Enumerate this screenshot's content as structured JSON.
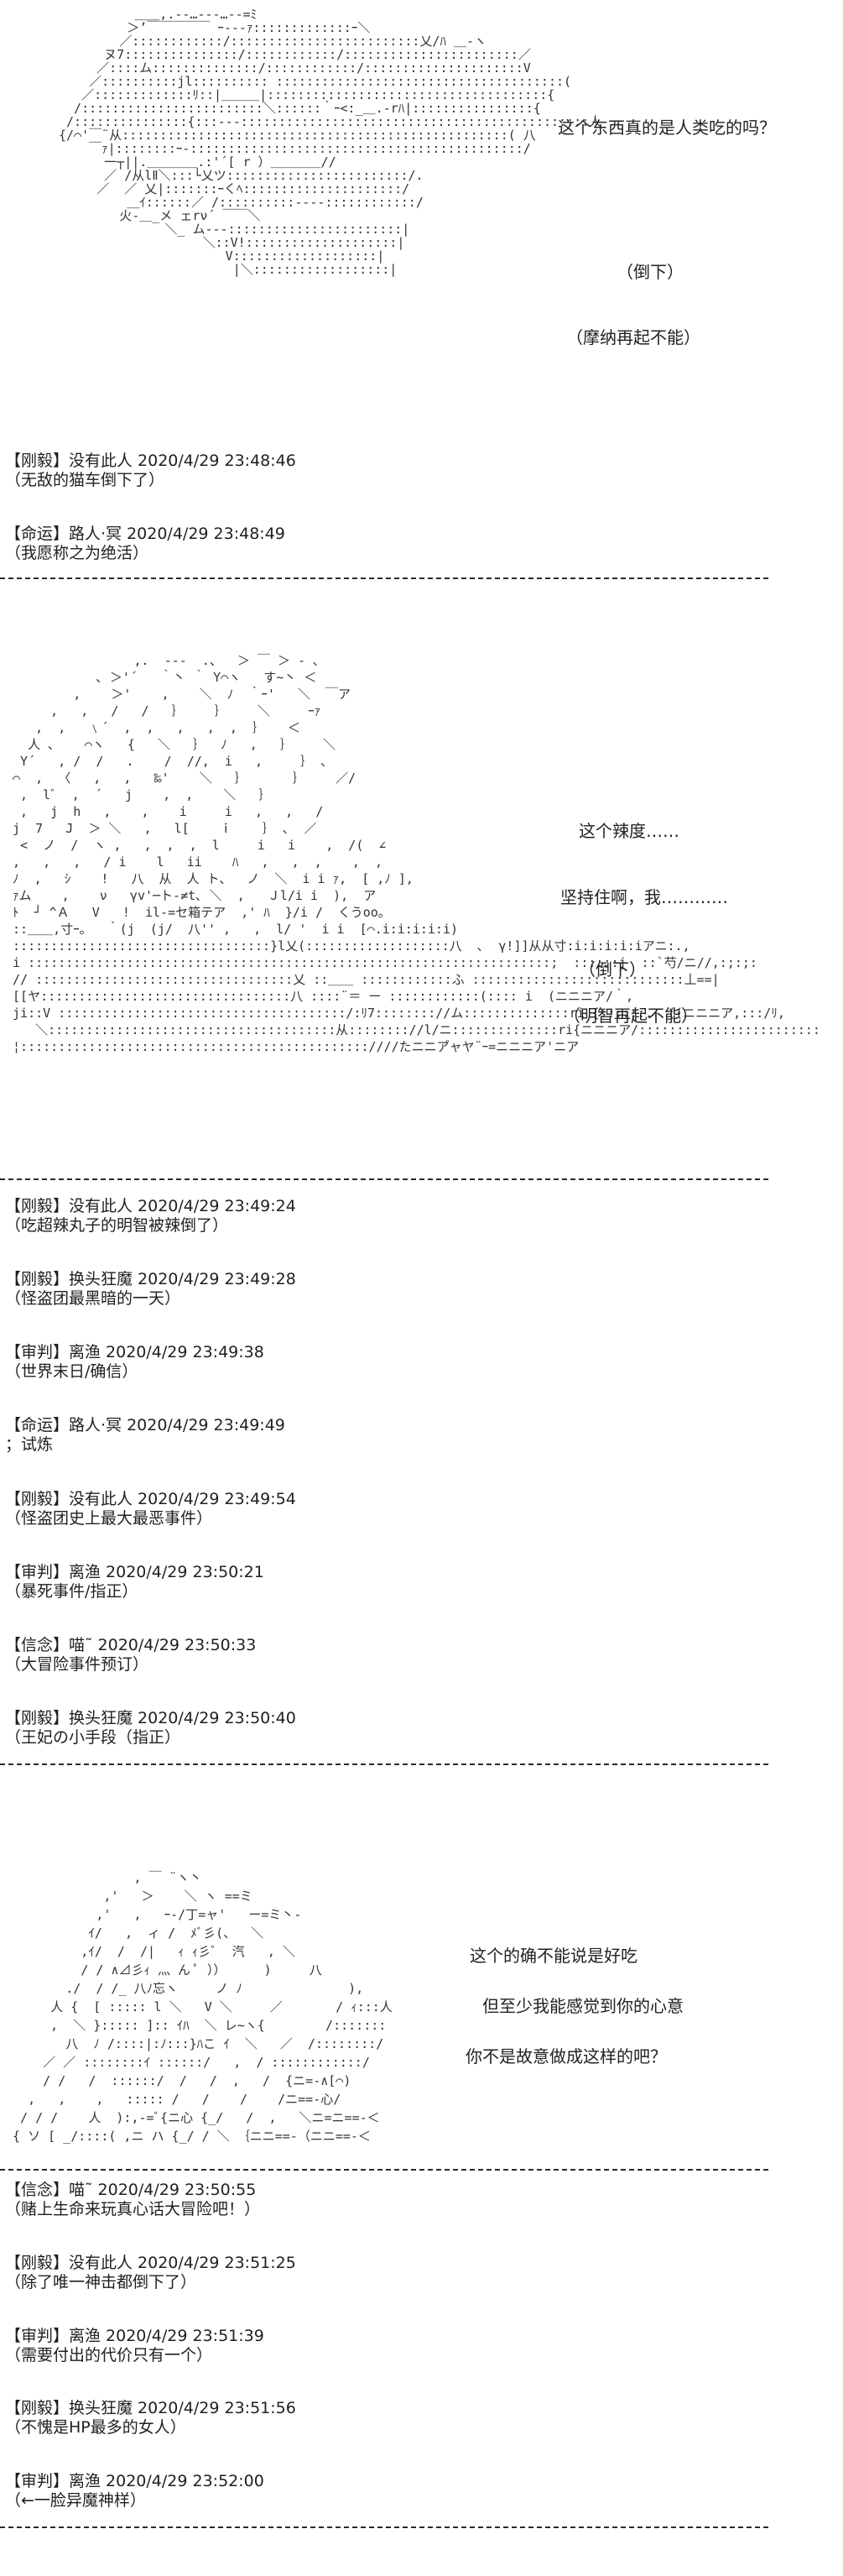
{
  "scenes": [
    {
      "art_lines": [
        "          ＿＿,.-‐…‐‐-…-‐=ﾐ",
        "         ＞’￣￣￣￣￣ ｰ---ｧ:::::::::::::ｰ＼",
        "        ／::::::::::::/:::::::::::::::::::::::::乂/ﾊ ＿-ヽ",
        "      ヌ7:::::::::::::::/::::::::::::/:::::::::::::::::::::::／",
        "     ／::::ム::::::::::::::/::::::::::::/:::::::::::::::::::::V",
        "    ／::::::::::jl:::::::::: ::::::::::::::::::::::::::::::::::::::(",
        "   ／:::::::::::::ﾘ::|＿＿＿|:::::::::::::::::::::::::::::::::::::{",
        "  /::::::::::::::::::::::::＼::::::｀ｰ<:_＿.-rﾊ|::::::::::::::::{",
        " /:::::::::::::::{:::---::::::::::::::::::::::::::::::::::::::::::::::人",
        "{/⌒'￣¨从:::::::::::::::::::::::::::::::::::::::::::::::::::( 八",
        "    ￣ｧ|::::::::ｰ-::::::::::::::::::::::::::::::::::::::::::::/",
        "      一┬||.＿＿＿＿.:'´[ r ）＿＿＿＿//",
        "      ／ /从lⅡ＼:::└乂ツ::::::::::::::::::::::::/.",
        "     ／  ／ 乂|:::::::ｰくﾍ:::::::::::::::::::::/",
        "         ＿ｲ::::::／ /::::::::::-‐‐-::::::::::::/",
        "        火‐＿_メ ェrν´ ￣￣＼",
        "              ＼_ ム‐‐-:::::::::::::::::::::::|",
        "                   ＼::V!::::::::::::::::::::|",
        "                      V:::::::::::::::::::|",
        "                       |＼::::::::::::::::::|"
      ],
      "captions": [
        "这个东西真的是人类吃的吗？",
        "（倒下）",
        "（摩纳再起不能）"
      ]
    },
    {
      "art_lines": [
        "                 ,.  -‐-  .、  ＞ ￣ ＞ ‐ ､",
        "            ､ ＞'´   ｀丶 ｀ Y⌒ヽ   す~丶 ＜",
        "         ,    ＞'    ,    ＼  ﾉ  ｀ｰ'   ＼  ￣ア",
        "      ,   ,   /   /   ｝    ｝    ＼     ｰｧ",
        "    ,  ,   ﹨´  ,  ,   ,   ,  ,  ｝   ＜",
        "   人 ､    ⌒ヽ   {   ＼   ｝  ﾉ   ,   ｝    ＼",
        "  Y´   , /  /   .    /  //,  i   ,     ｝ ､",
        " ⌒  ,  〈   ,   ,   ‰'    ＼   ｝      ｝    ／/",
        "  ,  lﾞ  ,  ´   j    ,  ,    ＼   ｝",
        "  ,   j  h   ,    ,    i     i   ,   ,   /",
        " j  7   J  ＞ ＼   ,   l[    ｉ    ｝ ､  ／",
        "  <  ノ  /  ヽ ,   ,  ,  ,  l     i   i    ,  /(  ∠",
        " ,   ,   ,   / i    l   ii    ﾊ   ,   ,  ,    ,  ,",
        " ﾉ  ,   ｼ    !   八  从  人 ト、  ノ  ＼  i i ｧ,  [ ,ﾉ ],",
        " ｧム    ,    ν   γv'─ト‐≠t､ ＼  ,   Ｊl/i i  ),  ア",
        " ﾄ  ┘ ^Ａ   V   !  il-=セ箱テア  ,' ﾊ  }/i /  くうoo。",
        " ::＿＿,寸ｰ。  ｀(j  (j/  八'' ,   ,  l/ '  i i  [⌒.i:i:i:i:i)",
        " ::::::::::::::::::::::::::::::::::}l乂(:::::::::::::::::::八  ､  γ!]]从从寸:i:i:i:i:iアニ:.,",
        " i :::::::::::::::::::::::::::::::::::::::::::::::::::::::::::::::::::::;  ::::::j  ::`芍/ニ//,:;:;:",
        " // ::::::::::::::::::::::::::::::::::乂 ::＿＿ ::::::::::::ふ ::::::::::::::::::::::::::::丄==|",
        " [[ヤ:::::::::::::::::::::::::::::::::八 ::::¨＝ ー ::::::::::::(:::: i  (ニニニア/｀,",
        " ji::V ::::::::::::::::::::::::::::::::::::::/:ﾘ7:::::::://ム::::::::::::::ri {::::::.  ((ニニニア,:::/ﾘ,",
        "    ＼::::::::::::::::::::::::::::::::::::::从:::::::://l/ニ::::::::::::::ri{ニニニア/::::::::::::::::::::::::",
        " ¦::::::::::::::::::::::::::::::::::::::::::::::////たニニア゙ャヤ¨ｰ=ニニニア'ニア"
      ],
      "captions": [
        "这个辣度……",
        "坚持住啊，我…………",
        "（倒下）",
        "（明智再起不能）"
      ]
    },
    {
      "art_lines": [
        "                 , ￣ ¨ヽ丶",
        "             ,'   ＞    ＼ ヽ ==ミ",
        "            ,'   ,   ｰ-/丁=ャ'   ー=ミ丶-",
        "           ｲ/   ,  ィ /  ﾒﾞ彡(、  ＼",
        "          ,ｲ/  /  /|   ｨ ｨ彡ﾞ  汽   , ＼",
        "          / / ∧⊿彡ｨ 灬 ん ﾟ ））     )     八",
        "        ./  / /_ 八ﾉ忘ヽ     ノ ﾉ              ),",
        "      人 {  [ ::::: l ＼   V ＼     ／       / ｨ:::人",
        "      ,  ＼ }::::: ]:: ｲﾊ  ＼ レ~ヽ{        /:::::::",
        "        八  ﾉ /::::|:ﾉ:::}ﾊこ ｲ  ＼   ／  /::::::::/",
        "     ／ ／ ::::::::ｲ ::::::/   ,  / ::::::::::::/",
        "     / /   /  ::::::/  /   /  ,   /  {ニ=-∧[⌒)",
        "   ,   ,    ,   ::::: /   /    /    /ニ==-心/",
        "  / / /    人  ):,-=ﾞ{ニ心 {_/   /  ,   ＼ニ=ニ==-＜",
        " { ソ [ _/::::( ,ニ ハ {_/ / ＼ ｛ニニ==-（ニニ==-＜"
      ],
      "captions": [
        "这个的确不能说是好吃",
        "但至少我能感觉到你的心意",
        "你不是故意做成这样的吧？"
      ]
    }
  ],
  "threads": [
    {
      "messages": [
        {
          "head": "【刚毅】没有此人 2020/4/29 23:48:46",
          "body": "（无敌的猫车倒下了）"
        },
        {
          "head": "【命运】路人·冥 2020/4/29 23:48:49",
          "body": "（我愿称之为绝活）"
        }
      ]
    },
    {
      "messages": [
        {
          "head": "【刚毅】没有此人 2020/4/29 23:49:24",
          "body": "（吃超辣丸子的明智被辣倒了）"
        },
        {
          "head": "【刚毅】换头狂魔 2020/4/29 23:49:28",
          "body": "（怪盗团最黑暗的一天）"
        },
        {
          "head": "【审判】离渔 2020/4/29 23:49:38",
          "body": "（世界末日/确信）"
        },
        {
          "head": "【命运】路人·冥 2020/4/29 23:49:49",
          "body": "；试炼"
        },
        {
          "head": "【刚毅】没有此人 2020/4/29 23:49:54",
          "body": "（怪盗团史上最大最恶事件）"
        },
        {
          "head": "【审判】离渔 2020/4/29 23:50:21",
          "body": "（暴死事件/指正）"
        },
        {
          "head": "【信念】喵˜ 2020/4/29 23:50:33",
          "body": "（大冒险事件预订）"
        },
        {
          "head": "【刚毅】换头狂魔 2020/4/29 23:50:40",
          "body": "（王妃の小手段（指正）"
        }
      ]
    },
    {
      "messages": [
        {
          "head": "【信念】喵˜ 2020/4/29 23:50:55",
          "body": "（赌上生命来玩真心话大冒险吧！）"
        },
        {
          "head": "【刚毅】没有此人 2020/4/29 23:51:25",
          "body": "（除了唯一神击都倒下了）"
        },
        {
          "head": "【审判】离渔 2020/4/29 23:51:39",
          "body": "（需要付出的代价只有一个）"
        },
        {
          "head": "【刚毅】换头狂魔 2020/4/29 23:51:56",
          "body": "（不愧是HP最多的女人）"
        },
        {
          "head": "【审判】离渔 2020/4/29 23:52:00",
          "body": "（←一脸异魔神样）"
        }
      ]
    }
  ]
}
